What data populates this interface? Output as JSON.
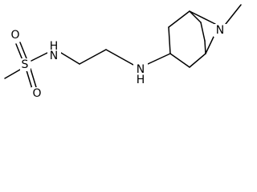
{
  "molecule": {
    "atoms": {
      "sulfur": "S",
      "oxygen_top": "O",
      "oxygen_bottom": "O",
      "sulfonamide_nitrogen": "N",
      "sulfonamide_nh_hydrogen": "H",
      "amine_nitrogen": "N",
      "amine_nh_hydrogen": "H",
      "bridge_nitrogen": "N"
    }
  }
}
